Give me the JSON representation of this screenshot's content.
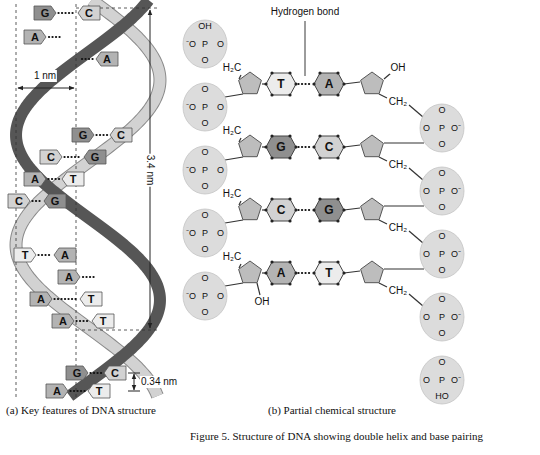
{
  "diagram": {
    "caption": "Figure 5. Structure of DNA showing double helix and base pairing",
    "nodes": [
      {
        "text": [
          "G"
        ]
      },
      {
        "text": [
          "C"
        ]
      },
      {
        "text": [
          "A"
        ]
      },
      {
        "text": [
          "A"
        ]
      },
      {
        "text": [
          "G"
        ]
      },
      {
        "text": [
          "C"
        ]
      },
      {
        "text": [
          "C"
        ]
      },
      {
        "text": [
          "G"
        ]
      },
      {
        "text": [
          "A"
        ]
      },
      {
        "text": [
          "T"
        ]
      },
      {
        "text": [
          "C"
        ]
      },
      {
        "text": [
          "G"
        ]
      },
      {
        "text": [
          "T"
        ]
      },
      {
        "text": [
          "A"
        ]
      },
      {
        "text": [
          "A"
        ]
      },
      {
        "text": [
          "A"
        ]
      },
      {
        "text": [
          "T"
        ]
      },
      {
        "text": [
          "A"
        ]
      },
      {
        "text": [
          "T"
        ]
      },
      {
        "text": [
          "G"
        ]
      },
      {
        "text": [
          "C"
        ]
      },
      {
        "text": [
          "A"
        ]
      },
      {
        "text": [
          "T"
        ]
      },
      {
        "text": [
          "OH",
          "⁻O",
          "P",
          "O",
          "O"
        ]
      },
      {
        "text": [
          "O",
          "⁻O",
          "P",
          "O",
          "O"
        ]
      },
      {
        "text": [
          "O",
          "⁻O",
          "P",
          "O",
          "O"
        ]
      },
      {
        "text": [
          "O",
          "⁻O",
          "P",
          "O",
          "O"
        ]
      },
      {
        "text": [
          "O",
          "⁻O",
          "P",
          "O",
          "O"
        ]
      },
      {
        "text": [
          "O",
          "O",
          "P",
          "O⁻",
          "O"
        ]
      },
      {
        "text": [
          "O",
          "O",
          "P",
          "O⁻",
          "O"
        ]
      },
      {
        "text": [
          "O",
          "O",
          "P",
          "O⁻",
          "O"
        ]
      },
      {
        "text": [
          "O",
          "O",
          "P",
          "O⁻",
          "O"
        ]
      },
      {
        "text": [
          "O",
          "O",
          "P",
          "O⁻",
          "HO"
        ]
      },
      {
        "text": [
          "T"
        ]
      },
      {
        "text": [
          "A"
        ]
      },
      {
        "text": [
          "G"
        ]
      },
      {
        "text": [
          "C"
        ]
      },
      {
        "text": [
          "C"
        ]
      },
      {
        "text": [
          "G"
        ]
      },
      {
        "text": [
          "A"
        ]
      },
      {
        "text": [
          "T"
        ]
      }
    ],
    "edges": [
      {
        "from": 0,
        "to": 1,
        "arrow": "none"
      },
      {
        "from": 4,
        "to": 5,
        "arrow": "none"
      },
      {
        "from": 6,
        "to": 7,
        "arrow": "none"
      },
      {
        "from": 8,
        "to": 9,
        "arrow": "none"
      },
      {
        "from": 10,
        "to": 11,
        "arrow": "none"
      },
      {
        "from": 12,
        "to": 13,
        "arrow": "none"
      },
      {
        "from": 15,
        "to": 16,
        "arrow": "none"
      },
      {
        "from": 17,
        "to": 18,
        "arrow": "none"
      },
      {
        "from": 19,
        "to": 20,
        "arrow": "none"
      },
      {
        "from": 21,
        "to": 22,
        "arrow": "none"
      },
      {
        "from": 33,
        "to": 34,
        "arrow": "none"
      },
      {
        "from": 35,
        "to": 36,
        "arrow": "none"
      },
      {
        "from": 37,
        "to": 38,
        "arrow": "none"
      },
      {
        "from": 39,
        "to": 40,
        "arrow": "none"
      }
    ],
    "labels": [
      "1 nm",
      "3.4 nm",
      "0.34 nm",
      "(a) Key features of DNA structure",
      "Hydrogen bond",
      "H₂C",
      "H₂C",
      "H₂C",
      "H₂C",
      "CH₂",
      "CH₂",
      "CH₂",
      "CH₂",
      "OH",
      "OH",
      "(b) Partial chemical structure"
    ]
  }
}
